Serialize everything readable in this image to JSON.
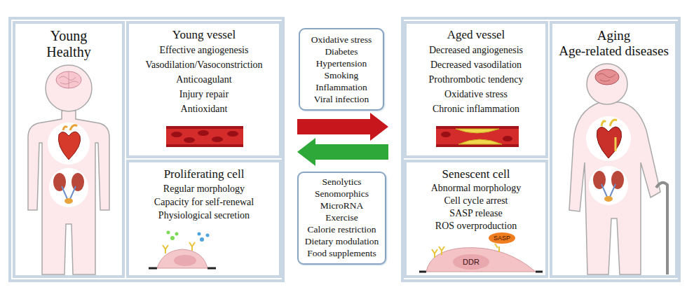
{
  "diagram": {
    "nodes": [
      {
        "text": [
          "Young Healthy"
        ]
      },
      {
        "text": [
          "Young vessel",
          "Effective angiogenesis",
          "Vasodilation/Vasoconstriction",
          "Anticoagulant",
          "Injury repair",
          "Antioxidant"
        ]
      },
      {
        "text": [
          "Proliferating cell",
          "Regular morphology",
          "Capacity for self-renewal",
          "Physiological secretion"
        ]
      },
      {
        "text": [
          "Oxidative stress",
          "Diabetes",
          "Hypertension",
          "Smoking",
          "Inflammation",
          "Viral infection"
        ]
      },
      {
        "text": [
          "Senolytics",
          "Senomorphics",
          "MicroRNA",
          "Exercise",
          "Calorie restriction",
          "Dietary modulation",
          "Food supplements"
        ]
      },
      {
        "text": [
          "Aged vessel",
          "Decreased angiogenesis",
          "Decreased vasodilation",
          "Prothrombotic tendency",
          "Oxidative stress",
          "Chronic inflammation"
        ]
      },
      {
        "text": [
          "Senescent cell",
          "Abnormal morphology",
          "Cell cycle arrest",
          "SASP release",
          "ROS overproduction"
        ]
      },
      {
        "text": [
          "Aging",
          "Age-related diseases"
        ]
      }
    ],
    "edges": [
      {
        "from": 1,
        "to": 5,
        "arrow": "to"
      },
      {
        "from": 5,
        "to": 1,
        "arrow": "to"
      }
    ],
    "labels": [
      "DDR",
      "SASP"
    ]
  }
}
